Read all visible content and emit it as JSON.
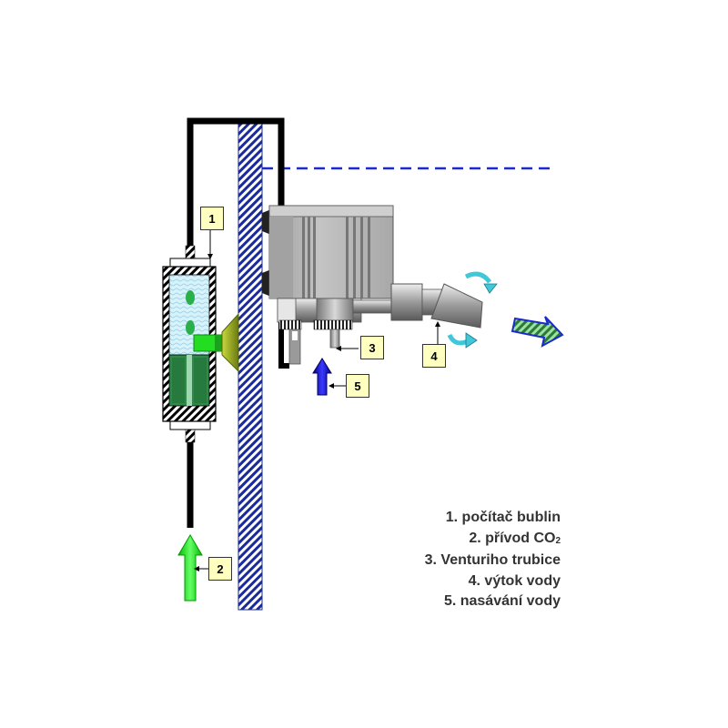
{
  "callouts": {
    "c1": "1",
    "c2": "2",
    "c3": "3",
    "c4": "4",
    "c5": "5"
  },
  "legend": {
    "item1": "1. počítač bublin",
    "item2_prefix": "2. přívod CO",
    "item2_sub": "2",
    "item3": "3. Venturiho trubice",
    "item4": "4. výtok vody",
    "item5": "5. nasávání vody"
  },
  "colors": {
    "wall_hatch": "#1a2a9a",
    "water_line": "#1a2acc",
    "tube": "#000000",
    "pump_body": "#b4b4b4",
    "co2_arrow": "#22dd22",
    "intake_arrow": "#1010cc",
    "outflow_arrow": "#80d0e0",
    "rotation_arrows": "#40c8d8",
    "counter_water": "#bfe8f4",
    "counter_base": "#2f8a4a",
    "suction_cup": "#9aaa20",
    "callout_fill": "#ffffc0"
  }
}
